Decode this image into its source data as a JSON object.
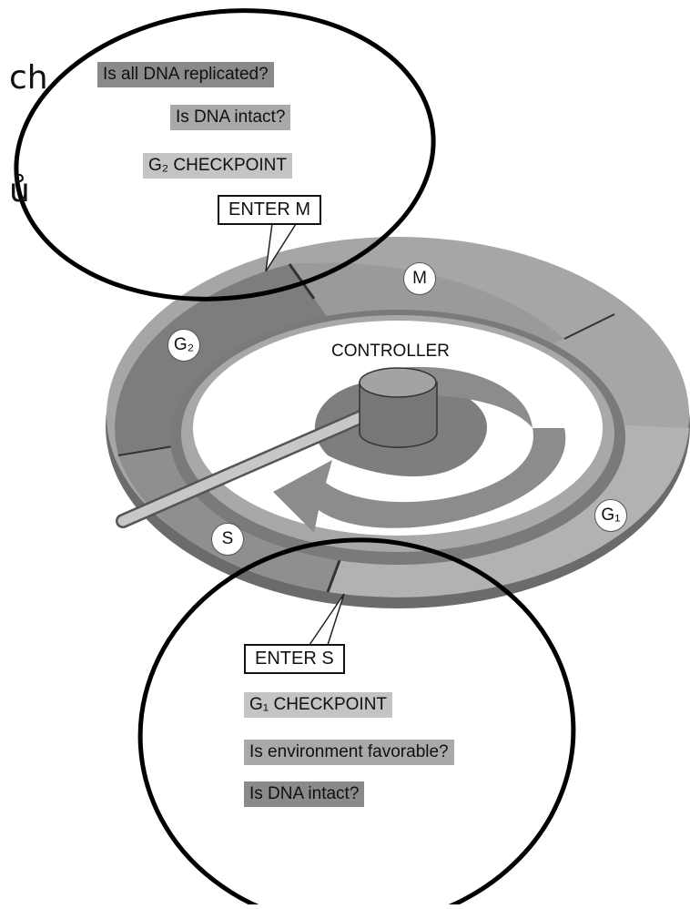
{
  "cutoff_text": {
    "top": "ch",
    "middle": "ů"
  },
  "g2_checkpoint": {
    "question1": "Is all DNA replicated?",
    "question2": "Is DNA intact?",
    "checkpoint_label": "G₂ CHECKPOINT",
    "transition_label": "ENTER M"
  },
  "g1_checkpoint": {
    "transition_label": "ENTER S",
    "checkpoint_label": "G₁ CHECKPOINT",
    "question1": "Is environment favorable?",
    "question2": "Is DNA intact?"
  },
  "cycle": {
    "center_label": "CONTROLLER",
    "phases": {
      "m": "M",
      "g2": "G₂",
      "s": "S",
      "g1": "G₁"
    }
  }
}
